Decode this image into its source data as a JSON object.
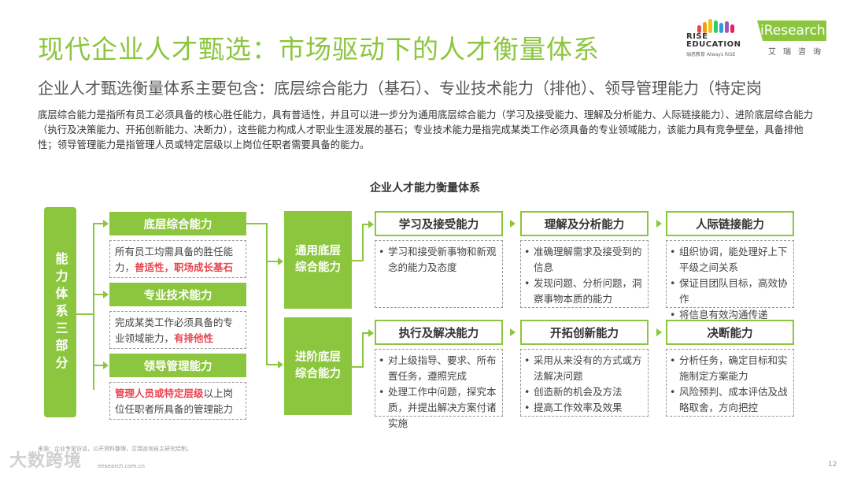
{
  "header": {
    "title": "现代企业人才甄选：市场驱动下的人才衡量体系",
    "subtitle": "企业人才甄选衡量体系主要包含：底层综合能力（基石）、专业技术能力（排他）、领导管理能力（特定岗",
    "description": "底层综合能力是指所有员工必须具备的核心胜任能力，具有普适性，并且可以进一步分为通用底层综合能力（学习及接受能力、理解及分析能力、人际链接能力）、进阶底层综合能力（执行及决策能力、开拓创新能力、决断力），这些能力构成人才职业生涯发展的基石；专业技术能力是指完成某类工作必须具备的专业领域能力，该能力具有竞争壁垒，具备排他性；领导管理能力是指管理人员或特定层级以上岗位任职者需要具备的能力。"
  },
  "logos": {
    "rise_text": "RISE EDUCATION",
    "rise_cn": "瑞思教育",
    "rise_slogan": "Always RISE",
    "ir_text": "iResearch",
    "ir_cn": "艾瑞咨询"
  },
  "diagram": {
    "title": "企业人才能力衡量体系",
    "root_label": "能力体系三部分",
    "level1": [
      {
        "label": "底层综合能力",
        "desc_pre": "所有员工均需具备的胜任能力，",
        "desc_hl": "普适性，职场成长基石",
        "desc_post": ""
      },
      {
        "label": "专业技术能力",
        "desc_pre": "完成某类工作必须具备的专业领域能力，",
        "desc_hl": "有排他性",
        "desc_post": ""
      },
      {
        "label": "领导管理能力",
        "desc_pre": "",
        "desc_hl": "管理人员或特定层级",
        "desc_post": "以上岗位任职者所具备的管理能力"
      }
    ],
    "level2": [
      {
        "label": "通用底层综合能力"
      },
      {
        "label": "进阶底层综合能力"
      }
    ],
    "capabilities": [
      {
        "label": "学习及接受能力",
        "bullets": [
          "学习和接受新事物和新观念的能力及态度"
        ]
      },
      {
        "label": "理解及分析能力",
        "bullets": [
          "准确理解需求及接受到的信息",
          "发现问题、分析问题，洞察事物本质的能力"
        ]
      },
      {
        "label": "人际链接能力",
        "bullets": [
          "组织协调，能处理好上下平级之间关系",
          "保证目团队目标，高效协作",
          "将信息有效沟通传递"
        ]
      },
      {
        "label": "执行及解决能力",
        "bullets": [
          "对上级指导、要求、所布置任务，遵照完成",
          "处理工作中问题，探究本质，并提出解决方案付诸实施"
        ]
      },
      {
        "label": "开拓创新能力",
        "bullets": [
          "采用从来没有的方式或方法解决问题",
          "创造新的机会及方法",
          "提高工作效率及效果"
        ]
      },
      {
        "label": "决断能力",
        "bullets": [
          "分析任务，确定目标和实施制定方案能力",
          "风险预判、成本评估及战略取舍，方向把控"
        ]
      }
    ]
  },
  "footer": {
    "source": "来源：企业专家访谈，公开资料整理，艾瑞咨询自主研究绘制。",
    "url": "iresearch.com.cn",
    "page": "12",
    "watermark": "大数跨境"
  },
  "colors": {
    "accent": "#8cc63f",
    "highlight": "#e8454f"
  }
}
